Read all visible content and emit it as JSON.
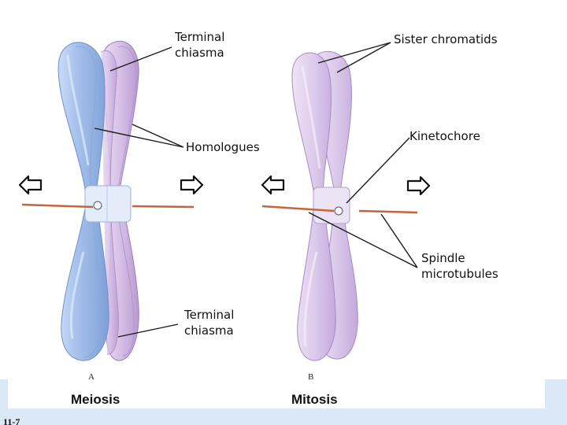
{
  "figure": {
    "panel_a": {
      "letter": "A",
      "title": "Meiosis",
      "labels": {
        "terminal_chiasma_top_1": "Terminal",
        "terminal_chiasma_top_2": "chiasma",
        "homologues": "Homologues",
        "terminal_chiasma_bottom_1": "Terminal",
        "terminal_chiasma_bottom_2": "chiasma"
      }
    },
    "panel_b": {
      "letter": "B",
      "title": "Mitosis",
      "labels": {
        "sister_chromatids": "Sister chromatids",
        "kinetochore": "Kinetochore",
        "spindle_1": "Spindle",
        "spindle_2": "microtubules"
      }
    },
    "figure_number": "11-7",
    "colors": {
      "homologue_blue": "#a9c3ec",
      "homologue_violet": "#d9c2e6",
      "chromatid_violet": "#ddcaec",
      "microtubule": "#c8643c",
      "bottom_band": "#dbe8f6"
    }
  }
}
